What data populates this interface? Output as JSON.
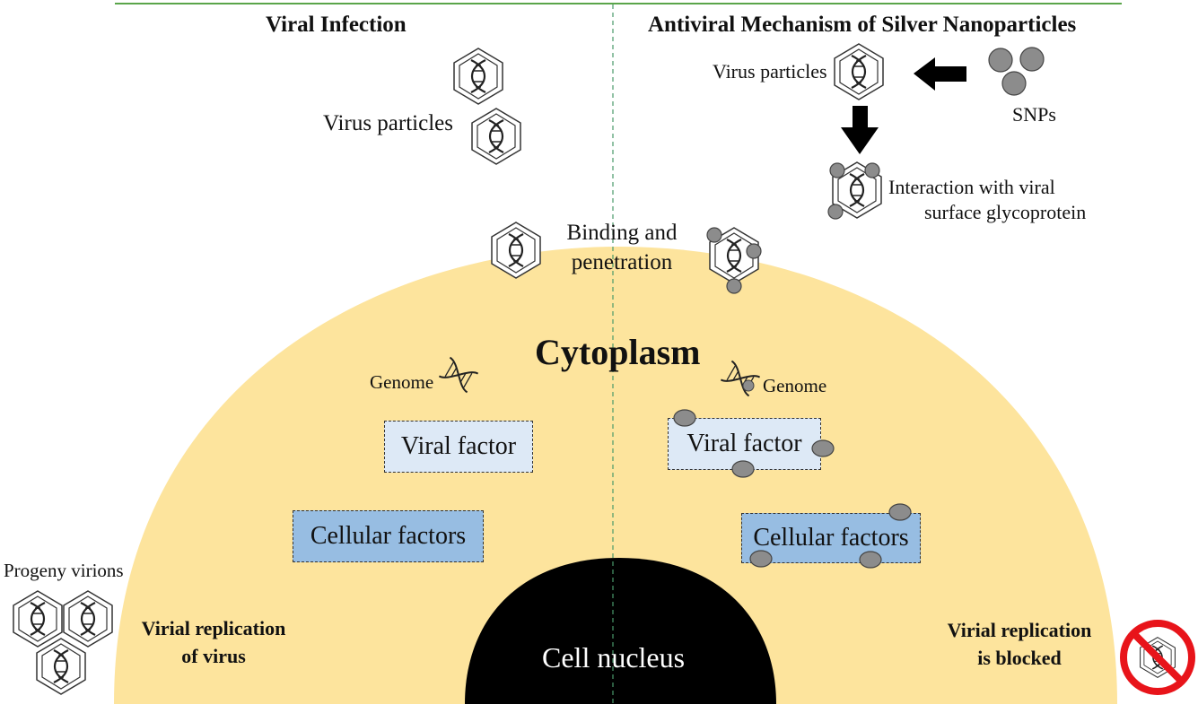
{
  "left_panel": {
    "title": "Viral Infection",
    "virus_particles_label": "Virus particles",
    "genome_label": "Genome",
    "viral_factor_label": "Viral factor",
    "cellular_factors_label": "Cellular factors",
    "progeny_label": "Progeny virions",
    "replication_label_line1": "Virial replication",
    "replication_label_line2": "of virus"
  },
  "right_panel": {
    "title": "Antiviral Mechanism of Silver Nanoparticles",
    "virus_particles_label": "Virus particles",
    "snps_label": "SNPs",
    "interaction_label_line1": "Interaction with viral",
    "interaction_label_line2": "surface glycoprotein",
    "genome_label": "Genome",
    "viral_factor_label": "Viral factor",
    "cellular_factors_label": "Cellular factors",
    "blocked_label_line1": "Virial replication",
    "blocked_label_line2": "is blocked"
  },
  "center": {
    "binding_label_line1": "Binding and",
    "binding_label_line2": "penetration",
    "cytoplasm_label": "Cytoplasm",
    "nucleus_label": "Cell nucleus"
  },
  "colors": {
    "cytoplasm": "#fde49d",
    "nucleus": "#000000",
    "nanoparticle": "#8c8c8c",
    "top_rule": "#5aa54a",
    "prohibit": "#e8141a"
  },
  "icons": [
    "virus-particle-icon",
    "nanoparticle-icon",
    "arrow-left-icon",
    "arrow-down-icon",
    "dna-strand-icon",
    "prohibition-icon"
  ]
}
